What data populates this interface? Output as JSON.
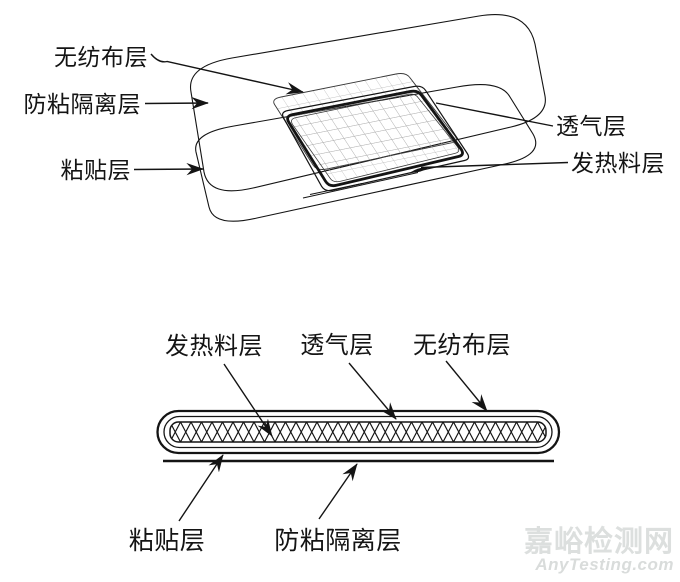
{
  "exploded_view": {
    "labels": {
      "nonwoven": "无纺布层",
      "release_liner": "防粘隔离层",
      "adhesive": "粘贴层",
      "breathable": "透气层",
      "heating_material": "发热料层"
    }
  },
  "cross_section": {
    "labels": {
      "heating_material": "发热料层",
      "breathable": "透气层",
      "nonwoven": "无纺布层",
      "adhesive": "粘贴层",
      "release_liner": "防粘隔离层"
    }
  },
  "watermark": {
    "site_name": "嘉峪检测网",
    "site_url": "AnyTesting.com"
  },
  "colors": {
    "line": "#141414",
    "grid": "#ababab",
    "watermark": "#dcdfde",
    "background": "#ffffff"
  }
}
